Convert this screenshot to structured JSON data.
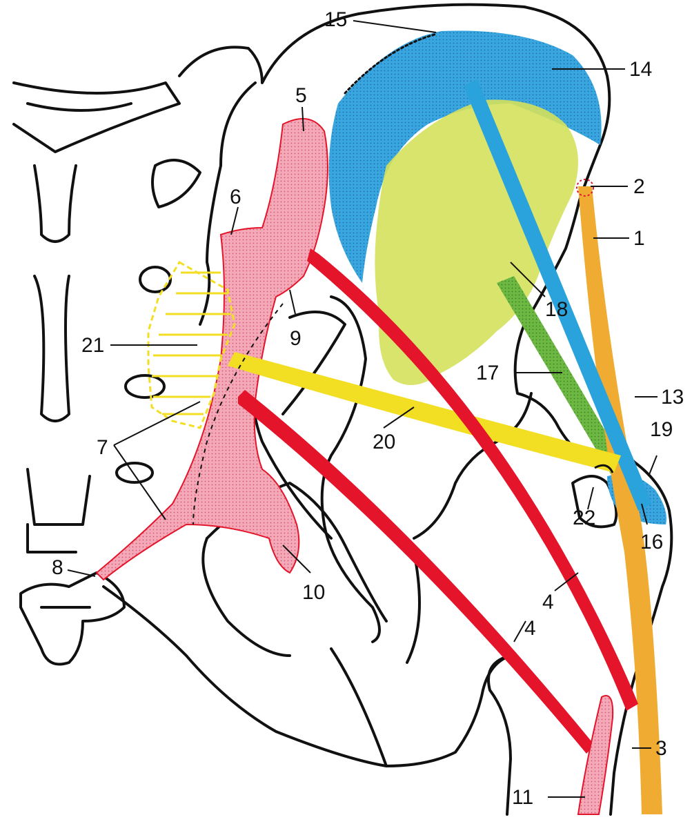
{
  "colors": {
    "blue": "#2aa3dc",
    "blue_fill": "#3fb0e6",
    "yellow_green": "#d7e25f",
    "green": "#5fae3a",
    "red": "#e4152a",
    "pink": "#ee8fa5",
    "yellow": "#f2de22",
    "orange": "#f0a830"
  },
  "labels": {
    "l1": "1",
    "l2": "2",
    "l3": "3",
    "l4a": "4",
    "l4b": "4",
    "l5": "5",
    "l6": "6",
    "l7": "7",
    "l8": "8",
    "l9": "9",
    "l10": "10",
    "l11": "11",
    "l13": "13",
    "l14": "14",
    "l15": "15",
    "l16": "16",
    "l17": "17",
    "l18": "18",
    "l19": "19",
    "l20": "20",
    "l21": "21",
    "l22": "22"
  }
}
